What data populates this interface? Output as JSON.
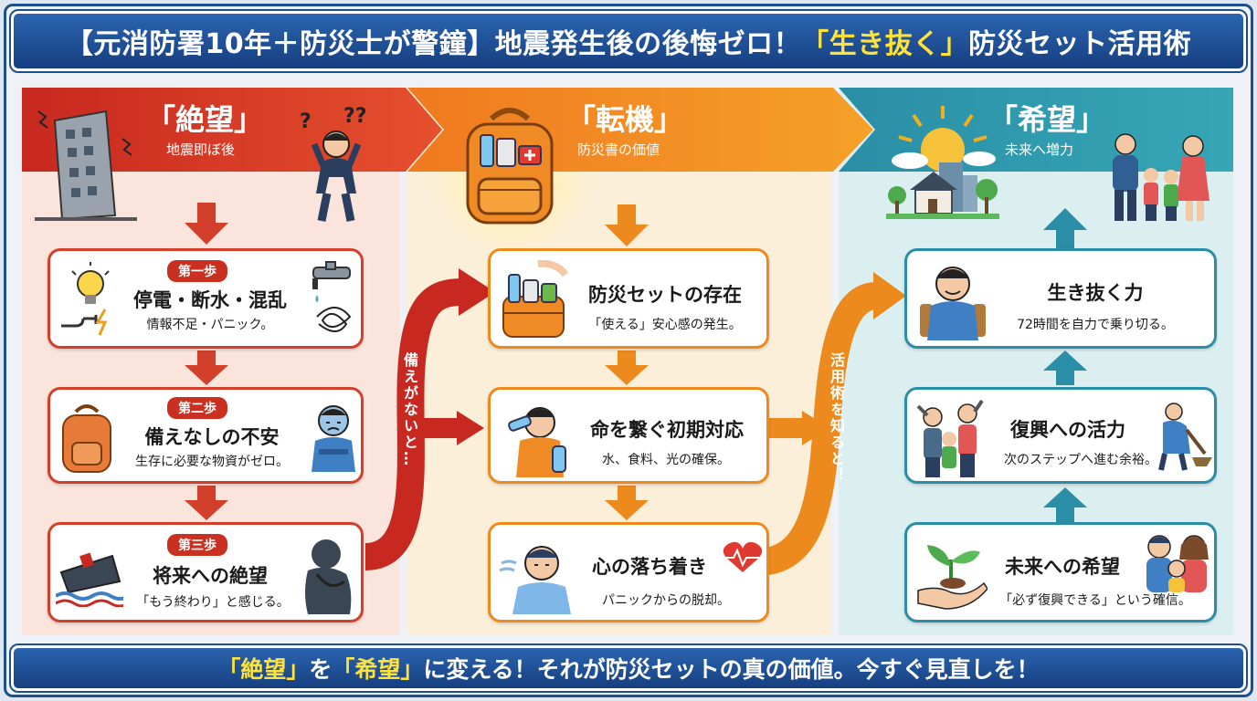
{
  "title": {
    "part1": "【元消防署10年＋防災士が警鐘】地震発生後の後悔ゼロ！",
    "highlight": "「生き抜く」",
    "part2": "防災セット活用術"
  },
  "columns": [
    {
      "title": "「絶望」",
      "subtitle": "地震即ぼ後",
      "color": "#c7281f"
    },
    {
      "title": "「転機」",
      "subtitle": "防災書の価値",
      "color": "#f07a20"
    },
    {
      "title": "「希望」",
      "subtitle": "未来へ増力",
      "color": "#2a8ea6"
    }
  ],
  "despair_cards": [
    {
      "step": "第一歩",
      "title": "停電・断水・混乱",
      "desc": "情報不足・パニック。"
    },
    {
      "step": "第二歩",
      "title": "備えなしの不安",
      "desc": "生存に必要な物資がゼロ。"
    },
    {
      "step": "第三歩",
      "title": "将来への絶望",
      "desc": "「もう終わり」と感じる。"
    }
  ],
  "turning_cards": [
    {
      "title": "防災セットの存在",
      "desc": "「使える」安心感の発生。"
    },
    {
      "title": "命を繋ぐ初期対応",
      "desc": "水、食料、光の確保。"
    },
    {
      "title": "心の落ち着き",
      "desc": "パニックからの脱却。"
    }
  ],
  "hope_cards": [
    {
      "title": "生き抜く力",
      "desc": "72時間を自力で乗り切る。"
    },
    {
      "title": "復興への活力",
      "desc": "次のステップへ進む余裕。"
    },
    {
      "title": "未来への希望",
      "desc": "「必ず復興できる」という確信。"
    }
  ],
  "connectors": {
    "left": "備えがないと…",
    "right": "活用術を知ると！"
  },
  "footer": {
    "q1": "「絶望」",
    "t1": "を",
    "q2": "「希望」",
    "t2": "に変える！それが防災セットの真の価値。今すぐ見直しを！"
  },
  "colors": {
    "red": "#c7281f",
    "orange": "#f07a20",
    "teal": "#2a8ea6",
    "navy": "#1d4f8f",
    "yellow": "#ffe23a"
  }
}
